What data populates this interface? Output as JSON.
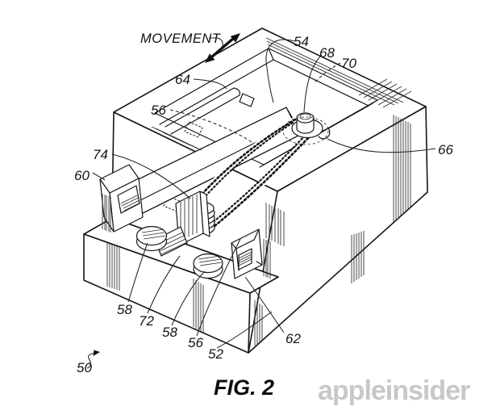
{
  "figure": {
    "movement_label": "MOVEMENT",
    "caption": "FIG. 2",
    "watermark": "appleinsider"
  },
  "colors": {
    "line": "#161616",
    "watermark": "#c6c8ca",
    "background": "#ffffff"
  },
  "part_labels": {
    "l54": "54",
    "l68": "68",
    "l70": "70",
    "l64": "64",
    "l56a": "56",
    "l74": "74",
    "l60": "60",
    "l66": "66",
    "l58a": "58",
    "l72": "72",
    "l58b": "58",
    "l56b": "56",
    "l52": "52",
    "l62": "62",
    "l50": "50"
  }
}
